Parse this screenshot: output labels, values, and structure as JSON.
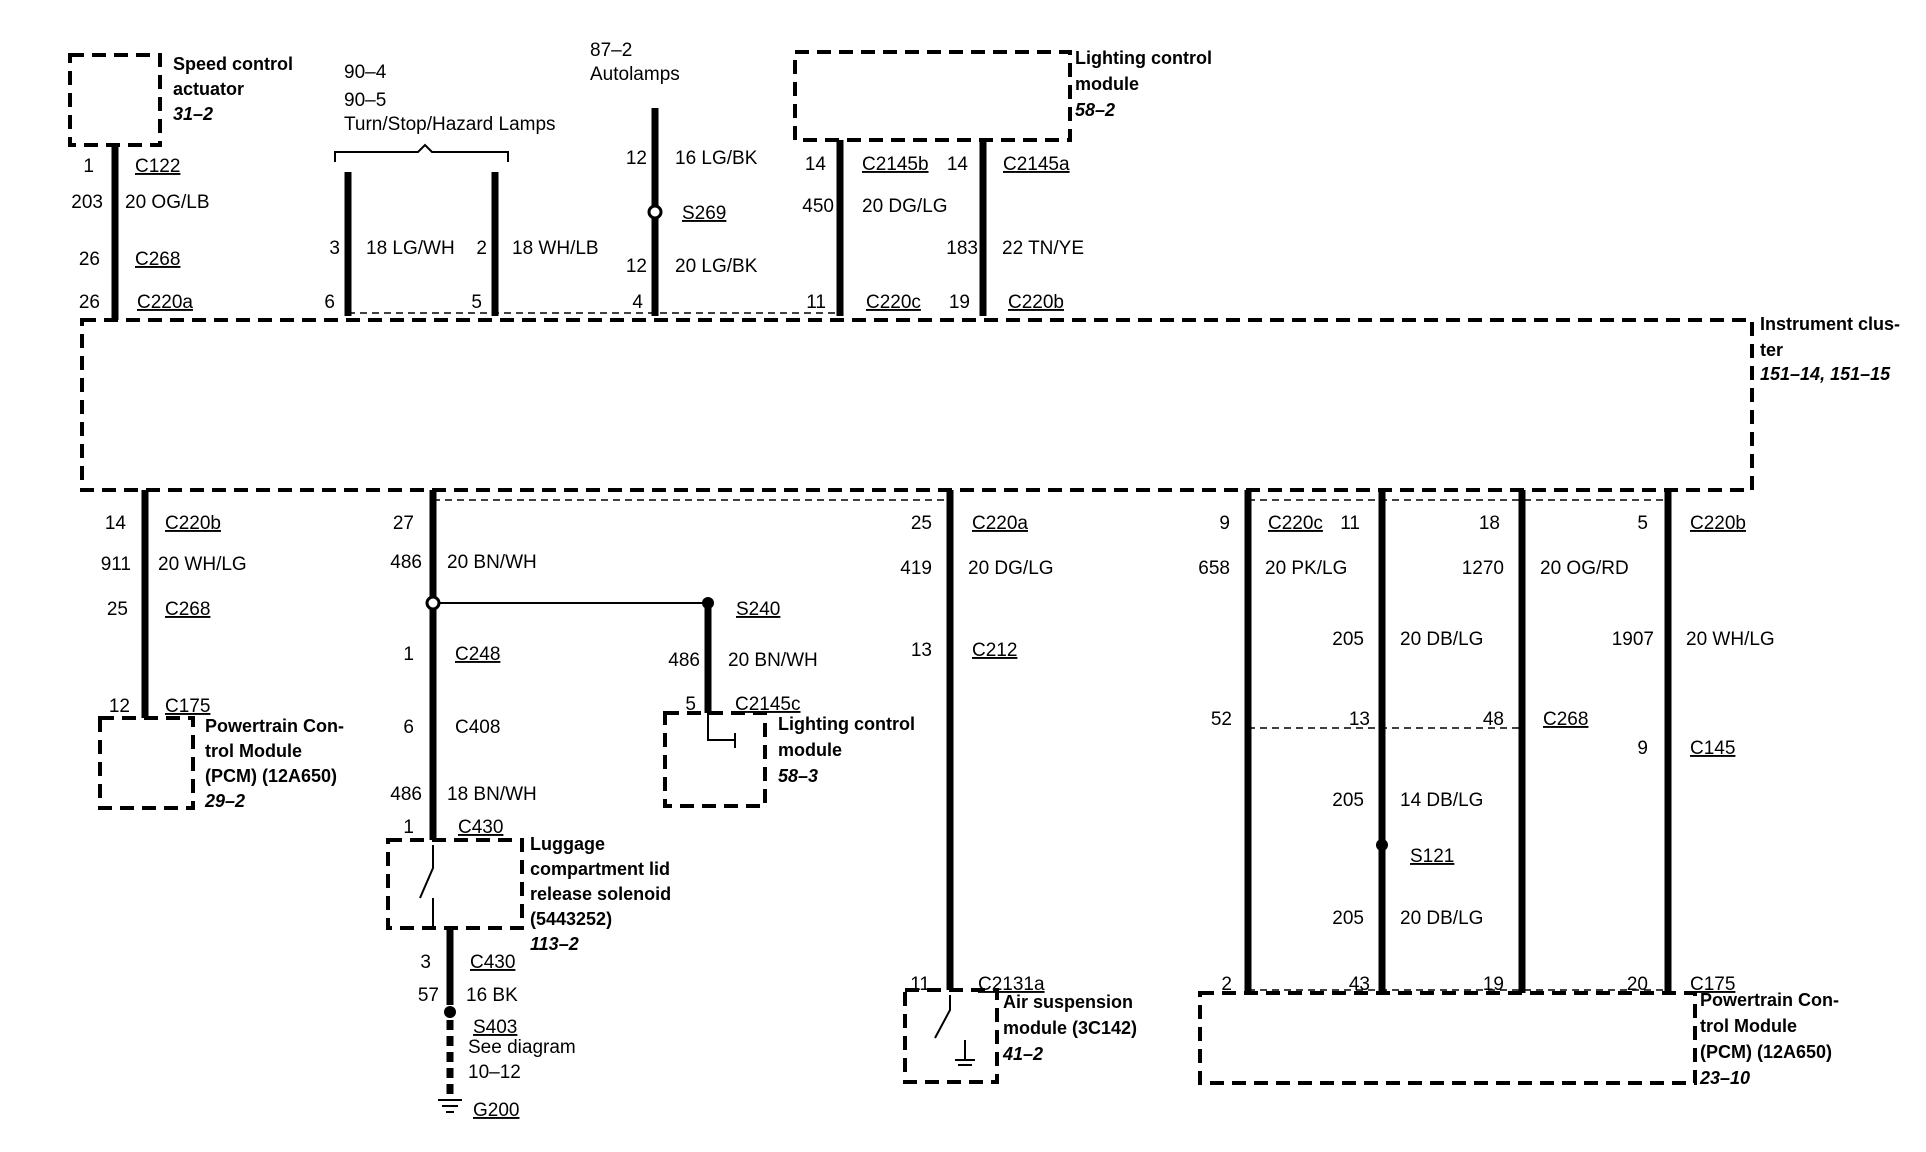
{
  "components": {
    "speed_control": {
      "name_lines": [
        "Speed control",
        "actuator"
      ],
      "ref": "31–2"
    },
    "turn_lamps": {
      "lines": [
        "90–4",
        "90–5",
        "Turn/Stop/Hazard Lamps"
      ]
    },
    "autolamps": {
      "lines": [
        "87–2",
        "Autolamps"
      ]
    },
    "lighting_top": {
      "name_lines": [
        "Lighting control",
        "module"
      ],
      "ref": "58–2"
    },
    "instrument_cluster": {
      "name_lines": [
        "Instrument clus-",
        "ter"
      ],
      "ref": "151–14, 151–15"
    },
    "pcm_left": {
      "name_lines": [
        "Powertrain Con-",
        "trol Module",
        "(PCM) (12A650)"
      ],
      "ref": "29–2"
    },
    "lighting_bottom": {
      "name_lines": [
        "Lighting control",
        "module"
      ],
      "ref": "58–3"
    },
    "luggage": {
      "name_lines": [
        "Luggage",
        "compartment lid",
        "release solenoid",
        "(5443252)"
      ],
      "ref": "113–2"
    },
    "air_suspension": {
      "name_lines": [
        "Air suspension",
        "module (3C142)"
      ],
      "ref": "41–2"
    },
    "pcm_right": {
      "name_lines": [
        "Powertrain Con-",
        "trol Module",
        "(PCM) (12A650)"
      ],
      "ref": "23–10"
    },
    "ground_note": {
      "lines": [
        "See diagram",
        "10–12"
      ]
    }
  },
  "labels": [
    {
      "t": "1"
    },
    {
      "t": "C122"
    },
    {
      "t": "203"
    },
    {
      "t": "20 OG/LB"
    },
    {
      "t": "26"
    },
    {
      "t": "C268"
    },
    {
      "t": "26"
    },
    {
      "t": "C220a"
    },
    {
      "t": "3"
    },
    {
      "t": "18 LG/WH"
    },
    {
      "t": "2"
    },
    {
      "t": "18 WH/LB"
    },
    {
      "t": "6"
    },
    {
      "t": "5"
    },
    {
      "t": "12"
    },
    {
      "t": "16 LG/BK"
    },
    {
      "t": "S269"
    },
    {
      "t": "12"
    },
    {
      "t": "20 LG/BK"
    },
    {
      "t": "4"
    },
    {
      "t": "14"
    },
    {
      "t": "C2145b"
    },
    {
      "t": "14"
    },
    {
      "t": "C2145a"
    },
    {
      "t": "450"
    },
    {
      "t": "20 DG/LG"
    },
    {
      "t": "183"
    },
    {
      "t": "22 TN/YE"
    },
    {
      "t": "11"
    },
    {
      "t": "C220c"
    },
    {
      "t": "19"
    },
    {
      "t": "C220b"
    },
    {
      "t": "14"
    },
    {
      "t": "C220b"
    },
    {
      "t": "911"
    },
    {
      "t": "20 WH/LG"
    },
    {
      "t": "25"
    },
    {
      "t": "C268"
    },
    {
      "t": "12"
    },
    {
      "t": "C175"
    },
    {
      "t": "27"
    },
    {
      "t": "486"
    },
    {
      "t": "20 BN/WH"
    },
    {
      "t": "S240"
    },
    {
      "t": "1"
    },
    {
      "t": "C248"
    },
    {
      "t": "486"
    },
    {
      "t": "20 BN/WH"
    },
    {
      "t": "5"
    },
    {
      "t": "C2145c"
    },
    {
      "t": "6"
    },
    {
      "t": "C408"
    },
    {
      "t": "486"
    },
    {
      "t": "18 BN/WH"
    },
    {
      "t": "1"
    },
    {
      "t": "C430"
    },
    {
      "t": "3"
    },
    {
      "t": "C430"
    },
    {
      "t": "57"
    },
    {
      "t": "16 BK"
    },
    {
      "t": "S403"
    },
    {
      "t": "G200"
    },
    {
      "t": "25"
    },
    {
      "t": "C220a"
    },
    {
      "t": "419"
    },
    {
      "t": "20 DG/LG"
    },
    {
      "t": "13"
    },
    {
      "t": "C212"
    },
    {
      "t": "11"
    },
    {
      "t": "C2131a"
    },
    {
      "t": "9"
    },
    {
      "t": "C220c"
    },
    {
      "t": "11"
    },
    {
      "t": "18"
    },
    {
      "t": "5"
    },
    {
      "t": "C220b"
    },
    {
      "t": "658"
    },
    {
      "t": "20 PK/LG"
    },
    {
      "t": "1270"
    },
    {
      "t": "20 OG/RD"
    },
    {
      "t": "205"
    },
    {
      "t": "20 DB/LG"
    },
    {
      "t": "1907"
    },
    {
      "t": "20 WH/LG"
    },
    {
      "t": "52"
    },
    {
      "t": "13"
    },
    {
      "t": "48"
    },
    {
      "t": "C268"
    },
    {
      "t": "9"
    },
    {
      "t": "C145"
    },
    {
      "t": "205"
    },
    {
      "t": "14 DB/LG"
    },
    {
      "t": "S121"
    },
    {
      "t": "205"
    },
    {
      "t": "20 DB/LG"
    },
    {
      "t": "2"
    },
    {
      "t": "43"
    },
    {
      "t": "19"
    },
    {
      "t": "20"
    },
    {
      "t": "C175"
    }
  ]
}
